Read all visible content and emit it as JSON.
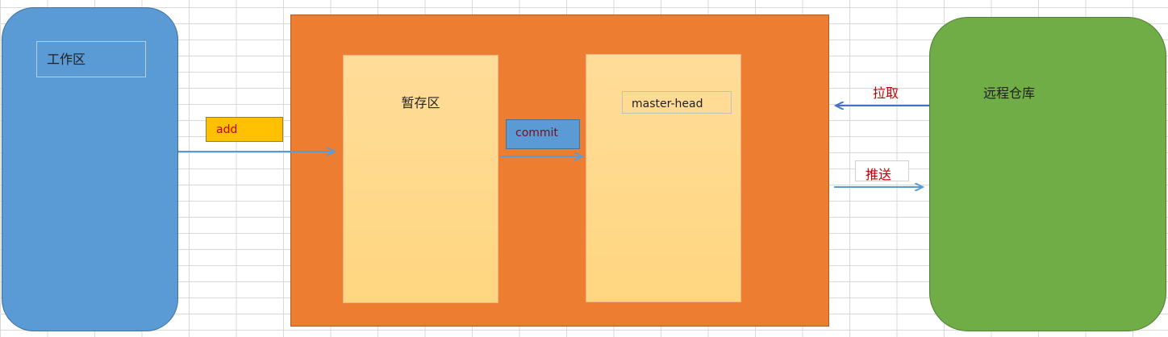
{
  "diagram": {
    "nodes": {
      "workspace": "工作区",
      "staging": "暂存区",
      "master_head": "master-head",
      "remote": "远程仓库"
    },
    "edges": {
      "add": "add",
      "commit": "commit",
      "pull": "拉取",
      "push": "推送"
    }
  },
  "colors": {
    "workspace": "#5b9bd5",
    "local_repo": "#ed7d31",
    "staging": "#ffd680",
    "remote": "#70ad47",
    "add_badge": "#ffc000",
    "arrow_light": "#5b9bd5",
    "arrow_dark": "#4472c4",
    "edge_text": "#c00000"
  }
}
